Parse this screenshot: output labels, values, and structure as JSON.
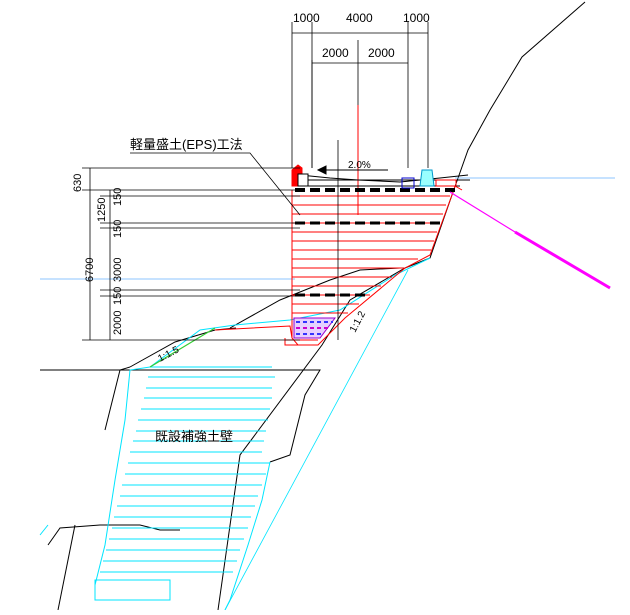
{
  "dimensions": {
    "top_widths": [
      "1000",
      "4000",
      "1000"
    ],
    "inner_widths": [
      "2000",
      "2000"
    ],
    "left_heights": [
      "630",
      "1250",
      "150",
      "150",
      "3000",
      "6700",
      "150",
      "2000"
    ]
  },
  "labels": {
    "eps_method": "軽量盛土(EPS)工法",
    "slope_grade": "2.0%",
    "slope_right": "1:1.2",
    "slope_left": "1:1.5",
    "existing_wall": "既設補強土壁"
  },
  "colors": {
    "eps_fill": "#ff0000",
    "reinforced_wall": "#00e5ff",
    "terrain": "#000000",
    "anchor": "#ff00ff",
    "grass_slope": "#33cc33",
    "water_level": "#66b3ff"
  }
}
